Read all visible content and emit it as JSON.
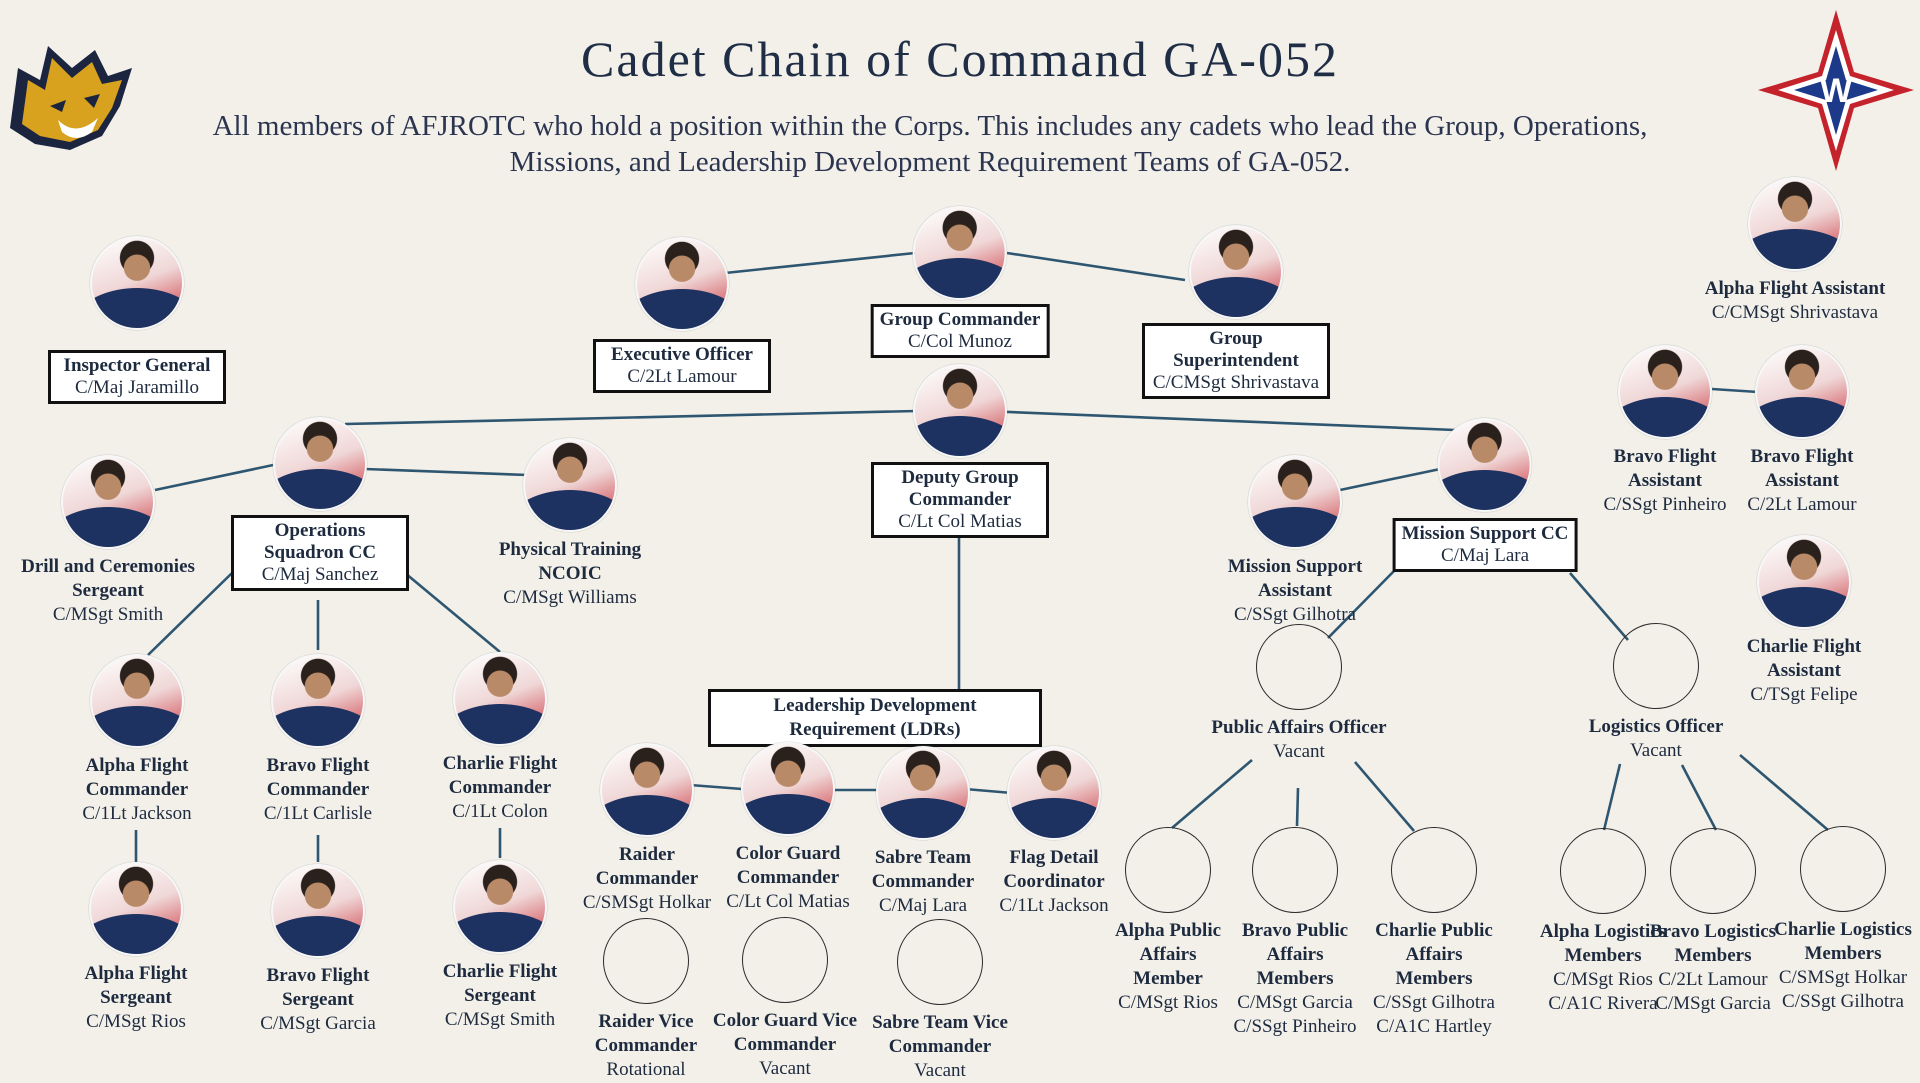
{
  "title": "Cadet Chain of Command GA-052",
  "subtitle": "All members of AFJROTC who hold a position within the Corps. This includes any cadets who lead the Group, Operations, Missions, and Leadership Development Requirement Teams of GA-052.",
  "logos": {
    "left_icon": "wildcat-mascot-icon",
    "right_icon": "w-star-emblem-icon",
    "right_letter": "W"
  },
  "colors": {
    "background": "#f3f0ea",
    "line": "#2f5670",
    "navy": "#1d3260",
    "red": "#c5232c"
  },
  "nodes": {
    "inspector_general": {
      "role": "Inspector General",
      "name": "C/Maj Jaramillo"
    },
    "executive_officer": {
      "role": "Executive Officer",
      "name": "C/2Lt Lamour"
    },
    "group_commander": {
      "role": "Group Commander",
      "name": "C/Col Munoz"
    },
    "group_superintendent": {
      "role": "Group Superintendent",
      "name": "C/CMSgt Shrivastava"
    },
    "deputy_group_commander": {
      "role": "Deputy Group Commander",
      "name": "C/Lt Col Matias"
    },
    "ops_squadron_cc": {
      "role": "Operations Squadron CC",
      "name": "C/Maj Sanchez"
    },
    "drill_ceremonies": {
      "role": "Drill and Ceremonies Sergeant",
      "name": "C/MSgt Smith"
    },
    "physical_training": {
      "role": "Physical Training NCOIC",
      "name": "C/MSgt Williams"
    },
    "alpha_flight_cc": {
      "role": "Alpha Flight Commander",
      "name": "C/1Lt Jackson"
    },
    "bravo_flight_cc": {
      "role": "Bravo Flight Commander",
      "name": "C/1Lt Carlisle"
    },
    "charlie_flight_cc": {
      "role": "Charlie Flight Commander",
      "name": "C/1Lt Colon"
    },
    "alpha_flight_sgt": {
      "role": "Alpha Flight Sergeant",
      "name": "C/MSgt Rios"
    },
    "bravo_flight_sgt": {
      "role": "Bravo Flight Sergeant",
      "name": "C/MSgt Garcia"
    },
    "charlie_flight_sgt": {
      "role": "Charlie Flight Sergeant",
      "name": "C/MSgt Smith"
    },
    "ldr": {
      "role": "Leadership Development Requirement (LDRs)"
    },
    "raider_cc": {
      "role": "Raider Commander",
      "name": "C/SMSgt Holkar"
    },
    "color_guard_cc": {
      "role": "Color Guard Commander",
      "name": "C/Lt Col Matias"
    },
    "sabre_team_cc": {
      "role": "Sabre Team Commander",
      "name": "C/Maj Lara"
    },
    "flag_detail": {
      "role": "Flag Detail Coordinator",
      "name": "C/1Lt Jackson"
    },
    "raider_vice": {
      "role": "Raider Vice Commander",
      "name": "Rotational"
    },
    "color_guard_vice": {
      "role": "Color Guard Vice Commander",
      "name": "Vacant"
    },
    "sabre_team_vice": {
      "role": "Sabre Team Vice Commander",
      "name": "Vacant"
    },
    "mission_support_cc": {
      "role": "Mission Support CC",
      "name": "C/Maj Lara"
    },
    "mission_support_asst": {
      "role": "Mission Support Assistant",
      "name": "C/SSgt Gilhotra"
    },
    "public_affairs_officer": {
      "role": "Public Affairs Officer",
      "name": "Vacant"
    },
    "logistics_officer": {
      "role": "Logistics Officer",
      "name": "Vacant"
    },
    "alpha_pa": {
      "role": "Alpha Public Affairs Member",
      "names": "C/MSgt Rios"
    },
    "bravo_pa": {
      "role": "Bravo Public Affairs Members",
      "names": "C/MSgt Garcia C/SSgt Pinheiro"
    },
    "charlie_pa": {
      "role": "Charlie Public Affairs Members",
      "names": "C/SSgt Gilhotra C/A1C Hartley"
    },
    "alpha_log": {
      "role": "Alpha Logistics Members",
      "names": "C/MSgt Rios C/A1C Rivera"
    },
    "bravo_log": {
      "role": "Bravo Logistics Members",
      "names": "C/2Lt Lamour C/MSgt Garcia"
    },
    "charlie_log": {
      "role": "Charlie Logistics Members",
      "names": "C/SMSgt Holkar C/SSgt Gilhotra"
    },
    "alpha_flight_asst": {
      "role": "Alpha Flight Assistant",
      "name": "C/CMSgt Shrivastava"
    },
    "bravo_flight_asst_1": {
      "role": "Bravo Flight Assistant",
      "name": "C/SSgt Pinheiro"
    },
    "bravo_flight_asst_2": {
      "role": "Bravo Flight Assistant",
      "name": "C/2Lt Lamour"
    },
    "charlie_flight_asst": {
      "role": "Charlie Flight Assistant",
      "name": "C/TSgt Felipe"
    }
  }
}
